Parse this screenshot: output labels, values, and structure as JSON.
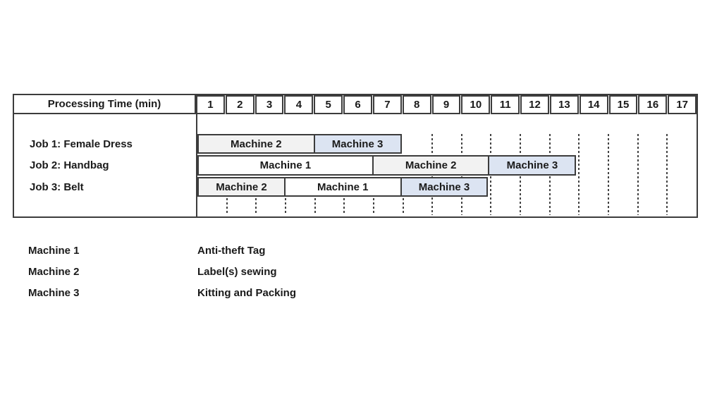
{
  "chart_data": {
    "type": "gantt",
    "title": "Processing Time (min)",
    "xlabel": "Processing Time (min)",
    "x_ticks": [
      "1",
      "2",
      "3",
      "4",
      "5",
      "6",
      "7",
      "8",
      "9",
      "10",
      "11",
      "12",
      "13",
      "14",
      "15",
      "16",
      "17"
    ],
    "x_range_minutes": [
      0,
      17
    ],
    "grid": "dotted vertical gridlines in empty cells",
    "rows": [
      {
        "job": "Job 1: Female Dress",
        "segments": [
          {
            "machine": "Machine 2",
            "start_min": 0,
            "end_min": 4,
            "duration_min": 4
          },
          {
            "machine": "Machine 3",
            "start_min": 4,
            "end_min": 7,
            "duration_min": 3
          }
        ]
      },
      {
        "job": "Job 2: Handbag",
        "segments": [
          {
            "machine": "Machine 1",
            "start_min": 0,
            "end_min": 6,
            "duration_min": 6
          },
          {
            "machine": "Machine 2",
            "start_min": 6,
            "end_min": 10,
            "duration_min": 4
          },
          {
            "machine": "Machine 3",
            "start_min": 10,
            "end_min": 13,
            "duration_min": 3
          }
        ]
      },
      {
        "job": "Job 3: Belt",
        "segments": [
          {
            "machine": "Machine 2",
            "start_min": 0,
            "end_min": 3,
            "duration_min": 3
          },
          {
            "machine": "Machine 1",
            "start_min": 3,
            "end_min": 7,
            "duration_min": 4
          },
          {
            "machine": "Machine 3",
            "start_min": 7,
            "end_min": 10,
            "duration_min": 3
          }
        ]
      }
    ],
    "legend": [
      {
        "machine": "Machine 1",
        "process": "Anti-theft Tag"
      },
      {
        "machine": "Machine 2",
        "process": "Label(s) sewing"
      },
      {
        "machine": "Machine 3",
        "process": "Kitting and Packing"
      }
    ],
    "colors": {
      "machine1_fill": "#ffffff",
      "machine2_fill": "#f2f2f2",
      "machine3_fill": "#dce4f2",
      "border": "#3c3c3c",
      "gridline": "#434343",
      "text": "#1a1a1a"
    },
    "legend_position": "bottom-left"
  }
}
